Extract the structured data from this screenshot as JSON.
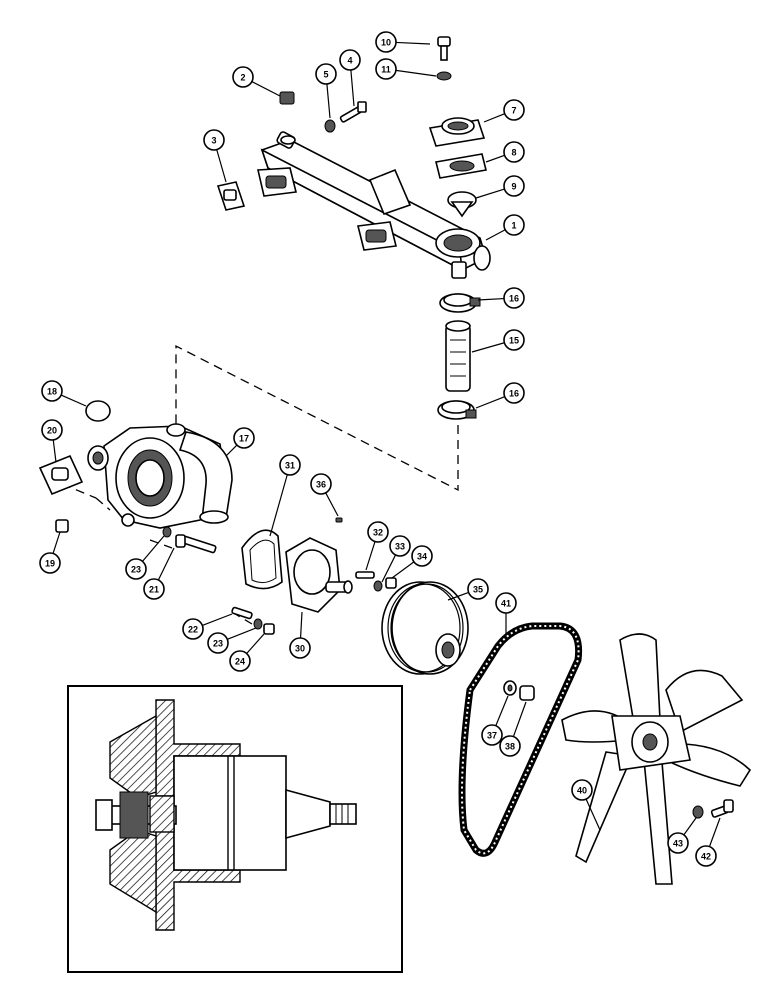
{
  "callouts": {
    "c1": "1",
    "c2": "2",
    "c3": "3",
    "c4": "4",
    "c5": "5",
    "c7": "7",
    "c8": "8",
    "c9": "9",
    "c10": "10",
    "c11": "11",
    "c15": "15",
    "c16a": "16",
    "c16b": "16",
    "c17": "17",
    "c18": "18",
    "c19": "19",
    "c20": "20",
    "c21": "21",
    "c22": "22",
    "c23a": "23",
    "c23b": "23",
    "c24": "24",
    "c30": "30",
    "c31": "31",
    "c32": "32",
    "c33": "33",
    "c34": "34",
    "c35": "35",
    "c36": "36",
    "c37": "37",
    "c38": "38",
    "c40": "40",
    "c41": "41",
    "c42": "42",
    "c43": "43"
  }
}
